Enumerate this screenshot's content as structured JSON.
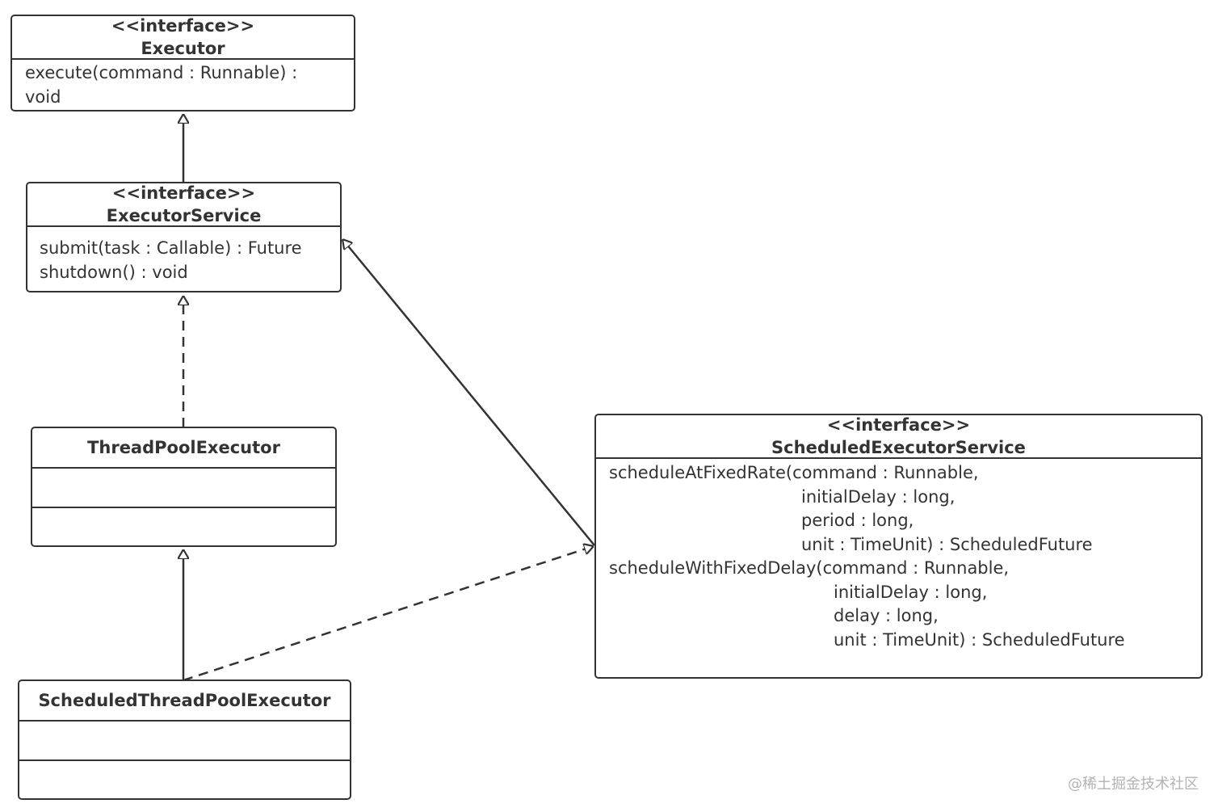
{
  "classes": {
    "executor": {
      "stereotype": "<<interface>>",
      "name": "Executor",
      "methods": [
        "execute(command : Runnable) :",
        "void"
      ]
    },
    "executor_service": {
      "stereotype": "<<interface>>",
      "name": "ExecutorService",
      "methods": [
        "submit(task : Callable) : Future",
        "shutdown() : void"
      ]
    },
    "thread_pool_executor": {
      "name": "ThreadPoolExecutor"
    },
    "scheduled_thread_pool_executor": {
      "name": "ScheduledThreadPoolExecutor"
    },
    "scheduled_executor_service": {
      "stereotype": "<<interface>>",
      "name": "ScheduledExecutorService",
      "methods": [
        "scheduleAtFixedRate(command : Runnable,",
        "initialDelay : long,",
        "period : long,",
        "unit : TimeUnit) : ScheduledFuture",
        "scheduleWithFixedDelay(command : Runnable,",
        "initialDelay : long,",
        "delay : long,",
        "unit : TimeUnit) : ScheduledFuture"
      ]
    }
  },
  "relations": [
    {
      "from": "ExecutorService",
      "to": "Executor",
      "kind": "generalization"
    },
    {
      "from": "ThreadPoolExecutor",
      "to": "ExecutorService",
      "kind": "realization"
    },
    {
      "from": "ScheduledExecutorService",
      "to": "ExecutorService",
      "kind": "generalization"
    },
    {
      "from": "ScheduledThreadPoolExecutor",
      "to": "ThreadPoolExecutor",
      "kind": "generalization"
    },
    {
      "from": "ScheduledThreadPoolExecutor",
      "to": "ScheduledExecutorService",
      "kind": "realization"
    }
  ],
  "watermark": "@稀土掘金技术社区",
  "colors": {
    "stroke": "#333333",
    "background": "#ffffff",
    "watermark": "#b3b3b3"
  }
}
